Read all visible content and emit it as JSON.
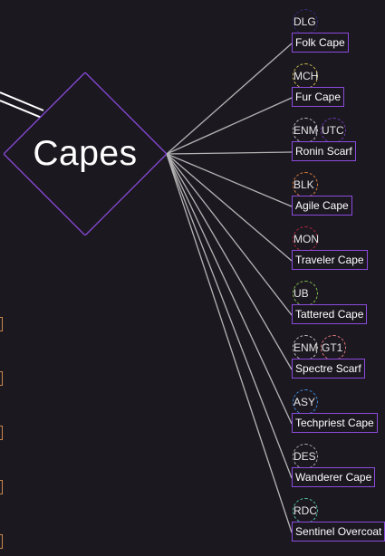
{
  "hub": {
    "label": "Capes"
  },
  "colors": {
    "background": "#1c1820",
    "accent": "#8a4bdc",
    "line": "#b4b4b4",
    "stub": "#c9884a"
  },
  "leaves": [
    {
      "label": "Folk Cape",
      "tags": [
        {
          "text": "DLG",
          "color": "#2b2f7a"
        }
      ]
    },
    {
      "label": "Fur Cape",
      "tags": [
        {
          "text": "MCH",
          "color": "#c9c24a"
        }
      ]
    },
    {
      "label": "Ronin Scarf",
      "tags": [
        {
          "text": "ENM",
          "color": "#bbbbbb"
        },
        {
          "text": "UTC",
          "color": "#6a3bb0"
        }
      ]
    },
    {
      "label": "Agile Cape",
      "tags": [
        {
          "text": "BLK",
          "color": "#d9803a"
        }
      ]
    },
    {
      "label": "Traveler Cape",
      "tags": [
        {
          "text": "MON",
          "color": "#b0283a"
        }
      ]
    },
    {
      "label": "Tattered Cape",
      "tags": [
        {
          "text": "UB",
          "color": "#7cc24a"
        }
      ]
    },
    {
      "label": "Spectre Scarf",
      "tags": [
        {
          "text": "ENM",
          "color": "#bbbbbb"
        },
        {
          "text": "GT1",
          "color": "#e07a7a"
        }
      ]
    },
    {
      "label": "Techpriest Cape",
      "tags": [
        {
          "text": "ASY",
          "color": "#3a8ad9"
        }
      ]
    },
    {
      "label": "Wanderer Cape",
      "tags": [
        {
          "text": "DES",
          "color": "#aaaaaa"
        }
      ]
    },
    {
      "label": "Sentinel Overcoat",
      "tags": [
        {
          "text": "RDC",
          "color": "#4ac2a8"
        }
      ]
    }
  ]
}
